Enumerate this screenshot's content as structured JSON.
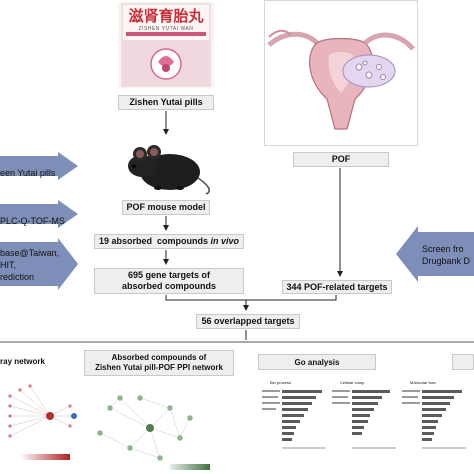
{
  "product": {
    "chinese_name": "滋肾育胎丸",
    "pinyin": "ZISHEN YUTAI WAN",
    "caption": "Zishen Yutai pills"
  },
  "model": {
    "caption": "POF mouse model"
  },
  "pof": {
    "caption": "POF"
  },
  "steps": {
    "absorbed_prefix": "19 absorbed  compounds ",
    "absorbed_suffix": "in vivo",
    "gene_targets_line1": "695 gene targets of",
    "gene_targets_line2": "absorbed compounds",
    "pof_targets": "344 POF-related targets",
    "overlap": "56 overlapped targets"
  },
  "left_arrows": {
    "a1": "een Yutai pills",
    "a2": "PLC-Q-TOF-MS",
    "a3_line1": "base@Taiwan,",
    "a3_line2": "HIT,",
    "a3_line3": "rediction"
  },
  "right_arrow": {
    "line1": "Screen fro",
    "line2": "Drugbank D"
  },
  "bottom": {
    "network_title": "ray network",
    "ppi_title_line1": "Absorbed compounds of",
    "ppi_title_line2": "Zishen Yutai pill-POF PPI network",
    "go_title": "Go analysis",
    "go_col1": "Bio process",
    "go_col2": "Cellular comp",
    "go_col3": "Molecular func"
  },
  "colors": {
    "arrow_fill": "#7d8fb8",
    "node_fill": "#eeeeee",
    "box_border": "#c9c9c9"
  }
}
